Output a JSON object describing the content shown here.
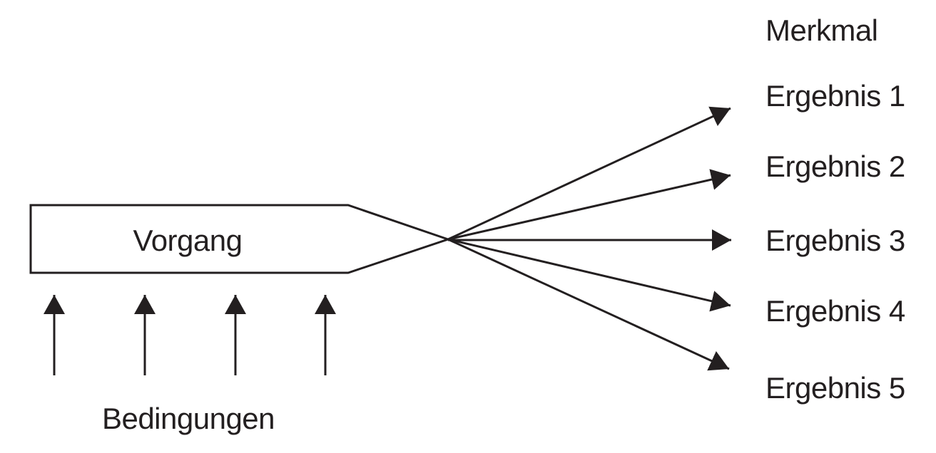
{
  "colors": {
    "ink": "#231f20",
    "background": "#ffffff"
  },
  "diagram": {
    "process": {
      "label": "Vorgang"
    },
    "conditions": {
      "label": "Bedingungen",
      "arrow_count": 4
    },
    "feature_heading": "Merkmal",
    "results": [
      "Ergebnis 1",
      "Ergebnis 2",
      "Ergebnis 3",
      "Ergebnis 4",
      "Ergebnis 5"
    ]
  }
}
